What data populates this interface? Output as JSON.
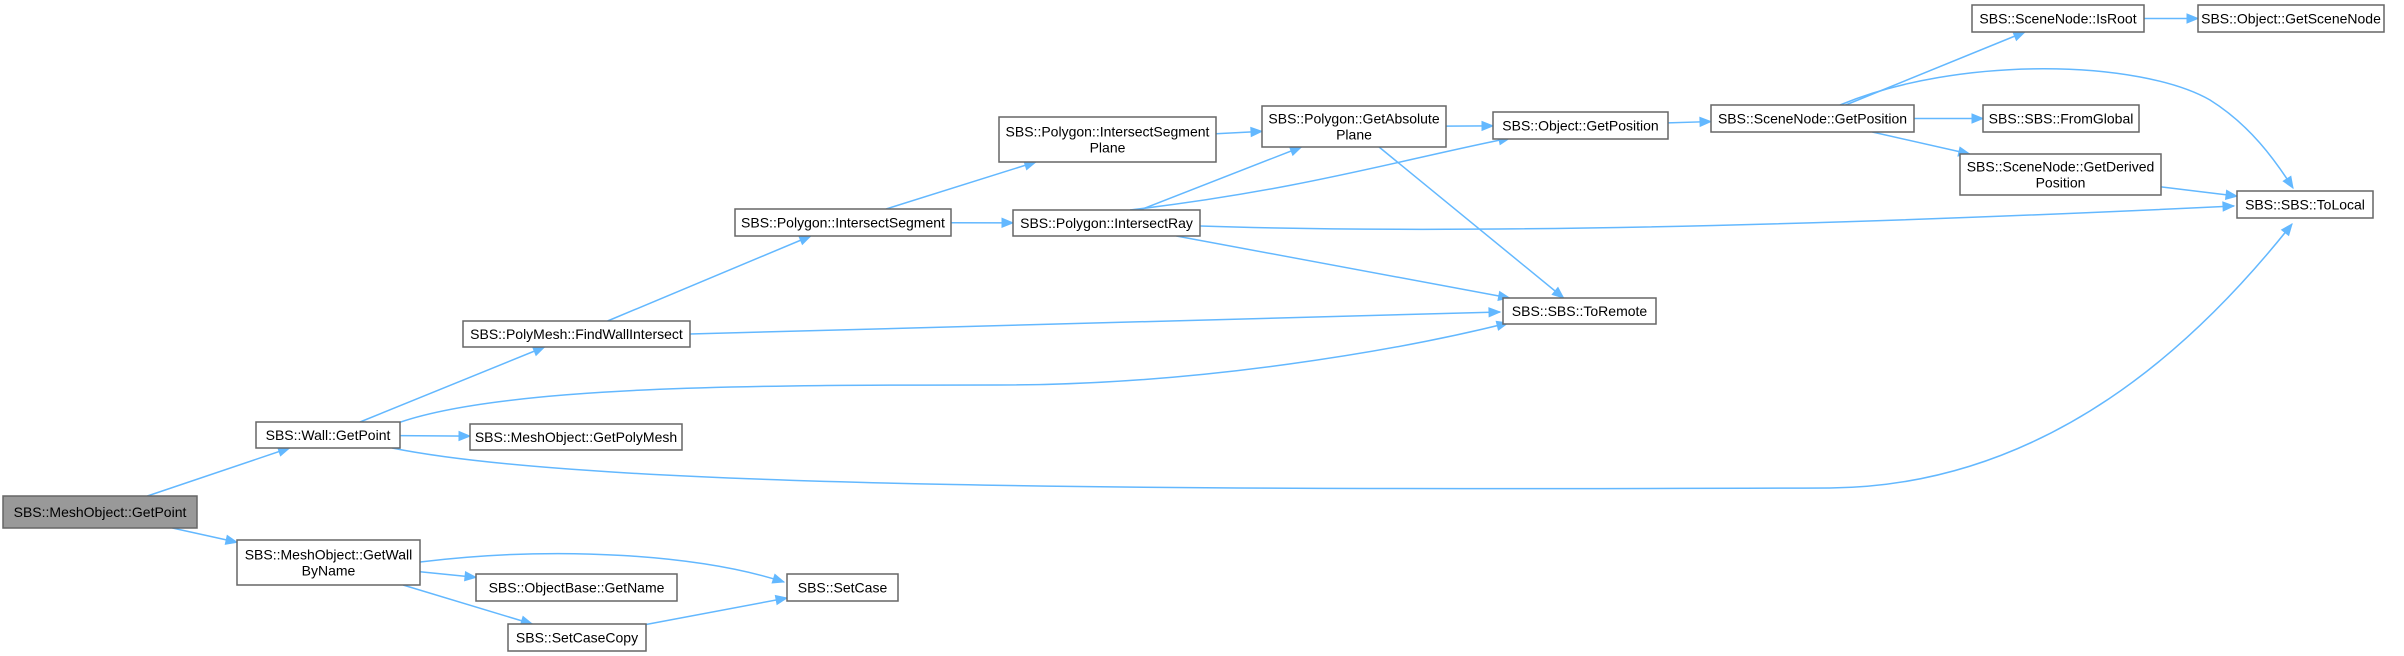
{
  "diagram": {
    "nodes": [
      {
        "id": "n_root",
        "lines": [
          "SBS::MeshObject::GetPoint"
        ],
        "root": true
      },
      {
        "id": "n_wall_getpoint",
        "lines": [
          "SBS::Wall::GetPoint"
        ]
      },
      {
        "id": "n_getwallbyname",
        "lines": [
          "SBS::MeshObject::GetWall",
          "ByName"
        ]
      },
      {
        "id": "n_findwallintersect",
        "lines": [
          "SBS::PolyMesh::FindWallIntersect"
        ]
      },
      {
        "id": "n_getpolymesh",
        "lines": [
          "SBS::MeshObject::GetPolyMesh"
        ]
      },
      {
        "id": "n_getname",
        "lines": [
          "SBS::ObjectBase::GetName"
        ]
      },
      {
        "id": "n_setcasecopy",
        "lines": [
          "SBS::SetCaseCopy"
        ]
      },
      {
        "id": "n_setcase",
        "lines": [
          "SBS::SetCase"
        ]
      },
      {
        "id": "n_intersectsegment",
        "lines": [
          "SBS::Polygon::IntersectSegment"
        ]
      },
      {
        "id": "n_intersectsegmentplane",
        "lines": [
          "SBS::Polygon::IntersectSegment",
          "Plane"
        ]
      },
      {
        "id": "n_intersectray",
        "lines": [
          "SBS::Polygon::IntersectRay"
        ]
      },
      {
        "id": "n_getabsoluteplane",
        "lines": [
          "SBS::Polygon::GetAbsolute",
          "Plane"
        ]
      },
      {
        "id": "n_getposition",
        "lines": [
          "SBS::Object::GetPosition"
        ]
      },
      {
        "id": "n_toremote",
        "lines": [
          "SBS::SBS::ToRemote"
        ]
      },
      {
        "id": "n_scenenode_getposition",
        "lines": [
          "SBS::SceneNode::GetPosition"
        ]
      },
      {
        "id": "n_isroot",
        "lines": [
          "SBS::SceneNode::IsRoot"
        ]
      },
      {
        "id": "n_getscenenode",
        "lines": [
          "SBS::Object::GetSceneNode"
        ]
      },
      {
        "id": "n_fromglobal",
        "lines": [
          "SBS::SBS::FromGlobal"
        ]
      },
      {
        "id": "n_getderivedposition",
        "lines": [
          "SBS::SceneNode::GetDerived",
          "Position"
        ]
      },
      {
        "id": "n_tolocal",
        "lines": [
          "SBS::SBS::ToLocal"
        ]
      }
    ],
    "edges": [
      [
        "n_root",
        "n_wall_getpoint"
      ],
      [
        "n_root",
        "n_getwallbyname"
      ],
      [
        "n_wall_getpoint",
        "n_findwallintersect"
      ],
      [
        "n_wall_getpoint",
        "n_getpolymesh"
      ],
      [
        "n_wall_getpoint",
        "n_toremote"
      ],
      [
        "n_wall_getpoint",
        "n_tolocal"
      ],
      [
        "n_getwallbyname",
        "n_setcase"
      ],
      [
        "n_getwallbyname",
        "n_getname"
      ],
      [
        "n_getwallbyname",
        "n_setcasecopy"
      ],
      [
        "n_setcasecopy",
        "n_setcase"
      ],
      [
        "n_findwallintersect",
        "n_intersectsegment"
      ],
      [
        "n_findwallintersect",
        "n_toremote"
      ],
      [
        "n_intersectsegment",
        "n_intersectsegmentplane"
      ],
      [
        "n_intersectsegment",
        "n_intersectray"
      ],
      [
        "n_intersectsegmentplane",
        "n_getabsoluteplane"
      ],
      [
        "n_intersectray",
        "n_getabsoluteplane"
      ],
      [
        "n_intersectray",
        "n_getposition"
      ],
      [
        "n_intersectray",
        "n_toremote"
      ],
      [
        "n_intersectray",
        "n_tolocal"
      ],
      [
        "n_getabsoluteplane",
        "n_getposition"
      ],
      [
        "n_getabsoluteplane",
        "n_toremote"
      ],
      [
        "n_getposition",
        "n_scenenode_getposition"
      ],
      [
        "n_scenenode_getposition",
        "n_isroot"
      ],
      [
        "n_scenenode_getposition",
        "n_fromglobal"
      ],
      [
        "n_scenenode_getposition",
        "n_getderivedposition"
      ],
      [
        "n_scenenode_getposition",
        "n_tolocal"
      ],
      [
        "n_isroot",
        "n_getscenenode"
      ],
      [
        "n_getderivedposition",
        "n_tolocal"
      ]
    ]
  }
}
